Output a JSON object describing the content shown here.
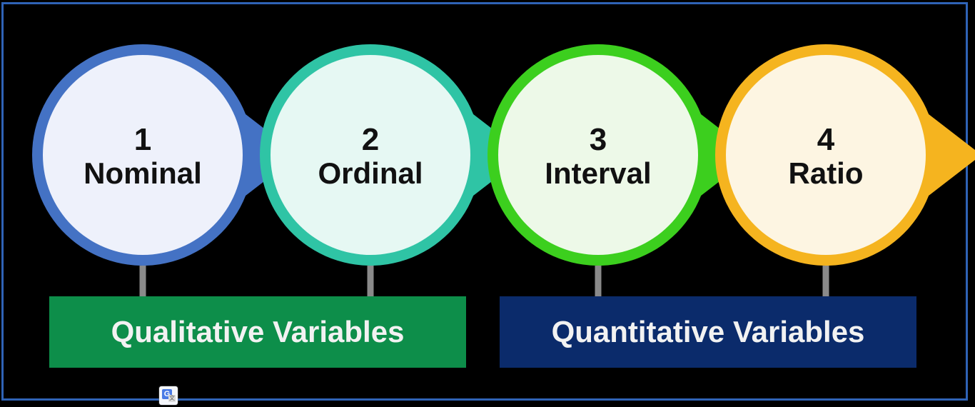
{
  "stages": [
    {
      "number": "1",
      "label": "Nominal",
      "ring_color": "#4472c4",
      "fill_color": "#eef1fb"
    },
    {
      "number": "2",
      "label": "Ordinal",
      "ring_color": "#2fc4a5",
      "fill_color": "#e6f8f3"
    },
    {
      "number": "3",
      "label": "Interval",
      "ring_color": "#3ccf1e",
      "fill_color": "#edf9e8"
    },
    {
      "number": "4",
      "label": "Ratio",
      "ring_color": "#f5b41f",
      "fill_color": "#fdf5e2"
    }
  ],
  "groups": {
    "qualitative": {
      "label": "Qualitative Variables",
      "color": "#0d8e4a"
    },
    "quantitative": {
      "label": "Quantitative Variables",
      "color": "#0b2b6b"
    }
  },
  "colors": {
    "background": "#000000",
    "frame": "#2f63b6",
    "connector": "#8a8a8a"
  },
  "icons": {
    "translate": "google-translate-icon"
  }
}
